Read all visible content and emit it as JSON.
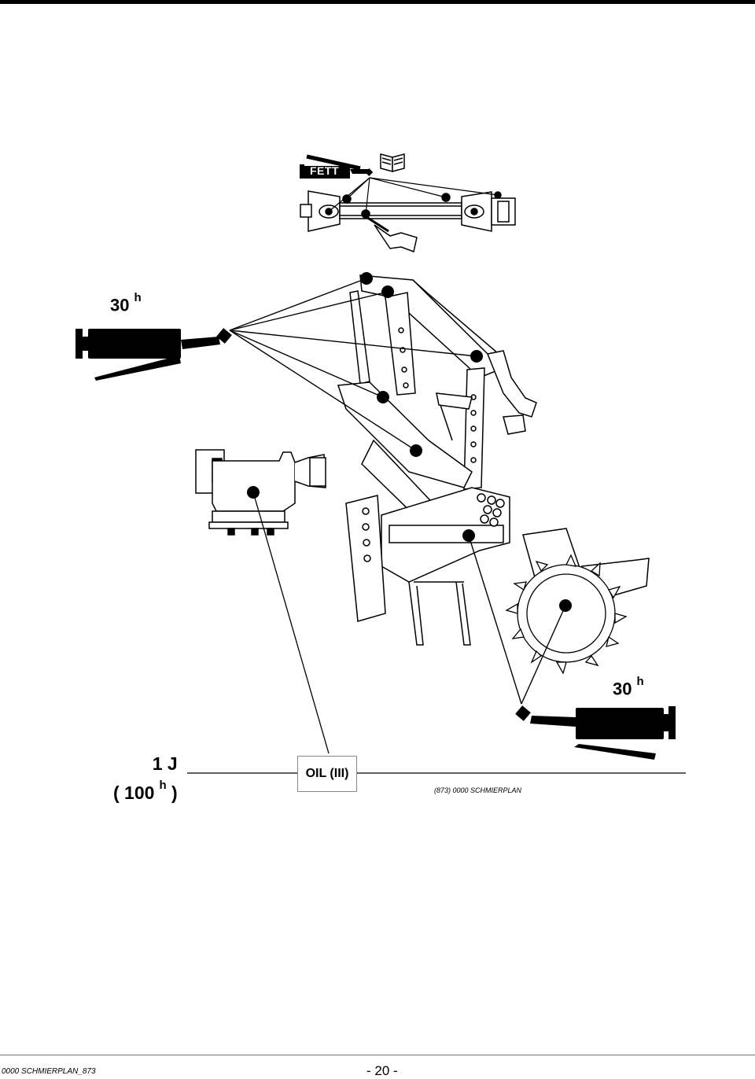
{
  "labels": {
    "fett": "FETT",
    "interval_top": "30",
    "interval_top_unit": "h",
    "interval_right": "30",
    "interval_right_unit": "h",
    "oil_interval_line1": "1 J",
    "oil_interval_open": "( 100",
    "oil_interval_unit": "h",
    "oil_interval_close": ")",
    "oil_box": "OIL (III)",
    "caption": "(873) 0000 SCHMIERPLAN"
  },
  "footer": {
    "document_id": "0000 SCHMIERPLAN_873",
    "page_number": "- 20 -"
  }
}
